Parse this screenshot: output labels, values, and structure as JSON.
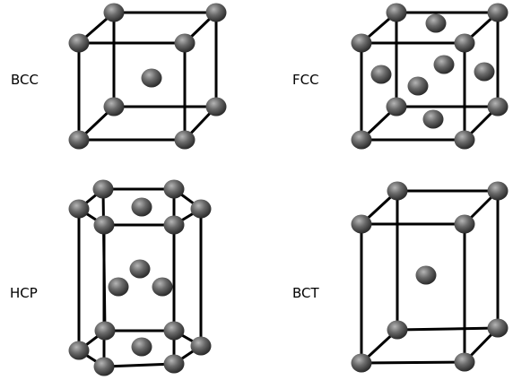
{
  "panels": [
    {
      "id": "bcc",
      "label": "BCC"
    },
    {
      "id": "fcc",
      "label": "FCC"
    },
    {
      "id": "hcp",
      "label": "HCP"
    },
    {
      "id": "bct",
      "label": "BCT"
    }
  ],
  "colors": {
    "atom_highlight": "#b5b5b5",
    "atom_mid": "#6a6a6a",
    "atom_shadow": "#262626",
    "edge": "#000000",
    "background": "#ffffff"
  }
}
